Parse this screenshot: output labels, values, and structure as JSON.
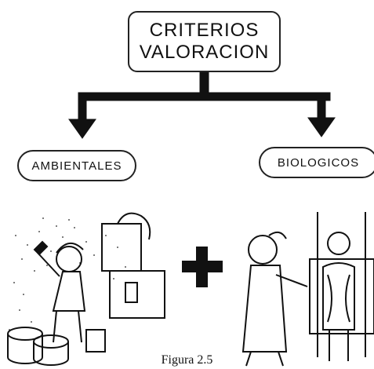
{
  "diagram": {
    "root": {
      "line1": "CRITERIOS",
      "line2": "VALORACION"
    },
    "left_child": {
      "label": "AMBIENTALES"
    },
    "right_child": {
      "label": "BIOLOGICOS"
    },
    "operator": "+",
    "caption": "Figura 2.5"
  },
  "illustrations": [
    {
      "name": "worker-environment-illustration",
      "depicts": "worker with tools among industrial machinery and dust"
    },
    {
      "name": "doctor-xray-illustration",
      "depicts": "doctor examining patient x-ray"
    }
  ],
  "colors": {
    "ink": "#111111",
    "background": "#ffffff"
  }
}
